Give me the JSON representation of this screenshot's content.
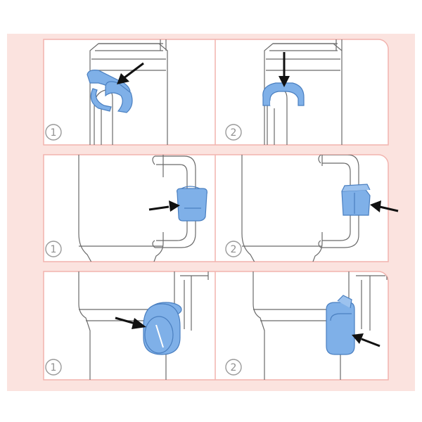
{
  "colors": {
    "background": "#ffffff",
    "panel_fill": "#ffffff",
    "panel_border": "#f2b3ae",
    "outer_frame": "#fbe3df",
    "part": "#7fb0e8",
    "part_edge": "#4a7fc0",
    "line_art": "#6a6a6a",
    "arrow": "#111111"
  },
  "rows": [
    {
      "id": "row-1",
      "steps": [
        {
          "label": "1",
          "part_icon": "handle-clip-open-icon",
          "arrow": "pointing-down-left"
        },
        {
          "label": "2",
          "part_icon": "handle-clip-seated-icon",
          "arrow": "pointing-down"
        }
      ]
    },
    {
      "id": "row-2",
      "steps": [
        {
          "label": "1",
          "part_icon": "sleeve-clip-icon",
          "arrow": "pointing-right"
        },
        {
          "label": "2",
          "part_icon": "sleeve-clip-attached-icon",
          "arrow": "pointing-left"
        }
      ]
    },
    {
      "id": "row-3",
      "steps": [
        {
          "label": "1",
          "part_icon": "round-holder-icon",
          "arrow": "pointing-right"
        },
        {
          "label": "2",
          "part_icon": "round-holder-side-icon",
          "arrow": "pointing-up-left"
        }
      ]
    }
  ]
}
